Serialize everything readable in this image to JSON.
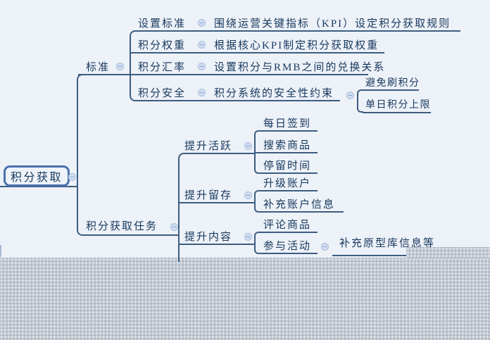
{
  "palette": {
    "canvas_bg": "#edf1f8",
    "branch_line": "#3c5d80",
    "text_color": "#16385c",
    "root_border": "#4a70ad",
    "collapse_icon_bg": "#cfddf1",
    "collapse_icon_border": "#a9bede",
    "offcanvas_bg": "#c3c8d2",
    "collapse_icon_glyph": "−"
  },
  "mindmap": {
    "root": {
      "label": "积分获取"
    },
    "standard": {
      "label": "标准",
      "children": [
        {
          "label": "设置标准",
          "desc": "围绕运营关键指标（KPI）设定积分获取规则"
        },
        {
          "label": "积分权重",
          "desc": "根据核心KPI制定积分获取权重"
        },
        {
          "label": "积分汇率",
          "desc": "设置积分与RMB之间的兑换关系"
        },
        {
          "label": "积分安全",
          "desc": "积分系统的安全性约束",
          "subs": [
            "避免刷积分",
            "单日积分上限"
          ]
        }
      ]
    },
    "tasks": {
      "label": "积分获取任务",
      "children": [
        {
          "label": "提升活跃",
          "subs": [
            "每日签到",
            "搜索商品",
            "停留时间"
          ]
        },
        {
          "label": "提升留存",
          "subs": [
            "升级账户",
            "补充账户信息"
          ]
        },
        {
          "label": "提升内容",
          "subs": [
            "评论商品",
            "参与活动"
          ],
          "extra": "补充原型库信息等"
        }
      ]
    }
  }
}
